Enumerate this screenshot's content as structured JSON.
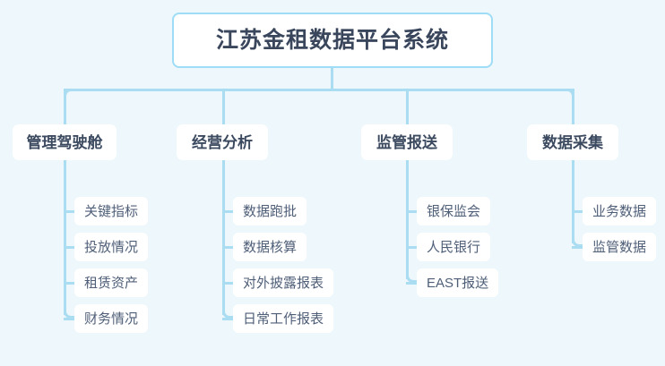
{
  "diagram": {
    "type": "tree",
    "title": "江苏金租数据平台系统",
    "colors": {
      "background": "#eef7fb",
      "connector": "#aadcf2",
      "root_border": "#9fdcf5",
      "node_fill": "#ffffff",
      "root_text": "#39465c",
      "branch_text": "#3c4a60",
      "leaf_text": "#4f5f78"
    },
    "root": {
      "label": "江苏金租数据平台系统"
    },
    "branches": [
      {
        "label": "管理驾驶舱",
        "children": [
          {
            "label": "关键指标"
          },
          {
            "label": "投放情况"
          },
          {
            "label": "租赁资产"
          },
          {
            "label": "财务情况"
          }
        ]
      },
      {
        "label": "经营分析",
        "children": [
          {
            "label": "数据跑批"
          },
          {
            "label": "数据核算"
          },
          {
            "label": "对外披露报表"
          },
          {
            "label": "日常工作报表"
          }
        ]
      },
      {
        "label": "监管报送",
        "children": [
          {
            "label": "银保监会"
          },
          {
            "label": "人民银行"
          },
          {
            "label": "EAST报送"
          }
        ]
      },
      {
        "label": "数据采集",
        "children": [
          {
            "label": "业务数据"
          },
          {
            "label": "监管数据"
          }
        ]
      }
    ]
  }
}
